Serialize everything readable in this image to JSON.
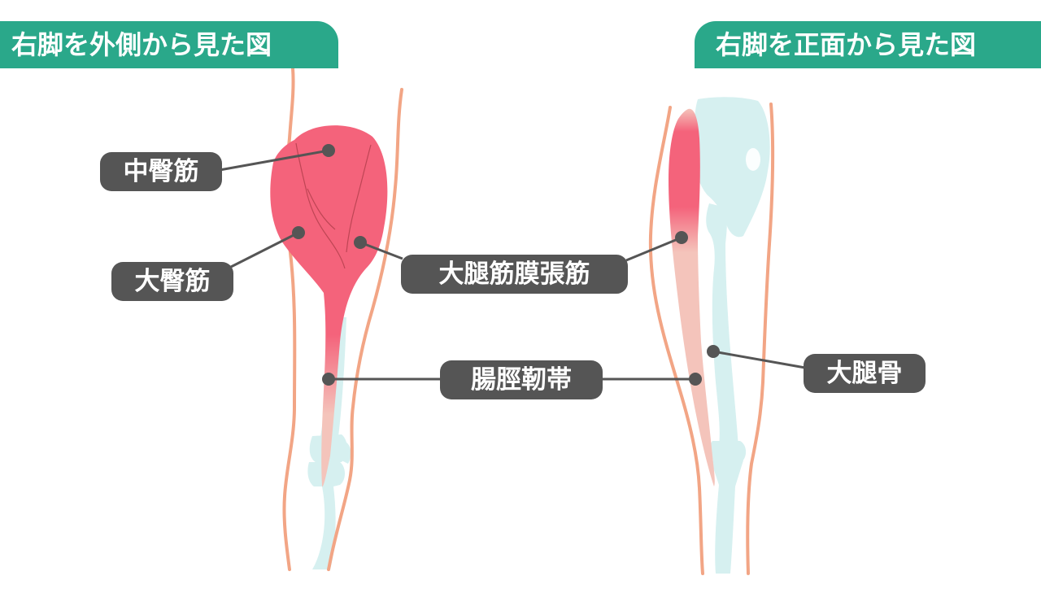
{
  "headers": {
    "left": "右脚を外側から見た図",
    "right": "右脚を正面から見た図"
  },
  "labels": {
    "gluteus_medius": "中臀筋",
    "gluteus_maximus": "大臀筋",
    "tensor_fasciae_latae": "大腿筋膜張筋",
    "iliotibial_band": "腸脛靭帯",
    "femur": "大腿骨"
  },
  "colors": {
    "header_bg": "#2aa88a",
    "label_bg": "#555555",
    "muscle": "#f4637b",
    "tendon": "#f4c4bb",
    "bone": "#d6f0f0",
    "outline": "#f2a585",
    "leader": "#555555"
  }
}
